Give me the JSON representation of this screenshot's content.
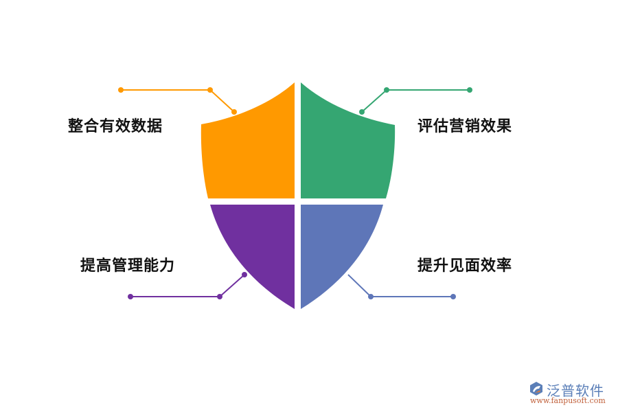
{
  "diagram": {
    "type": "shield-quadrant",
    "quadrants": [
      {
        "id": "top-left",
        "label": "整合有效数据",
        "color": "#FF9900"
      },
      {
        "id": "top-right",
        "label": "评估营销效果",
        "color": "#35A672"
      },
      {
        "id": "bottom-left",
        "label": "提高管理能力",
        "color": "#70309F"
      },
      {
        "id": "bottom-right",
        "label": "提升见面效率",
        "color": "#5E76B8"
      }
    ]
  },
  "watermark": {
    "brand": "泛普软件",
    "url": "www.fanpusoft.com"
  }
}
